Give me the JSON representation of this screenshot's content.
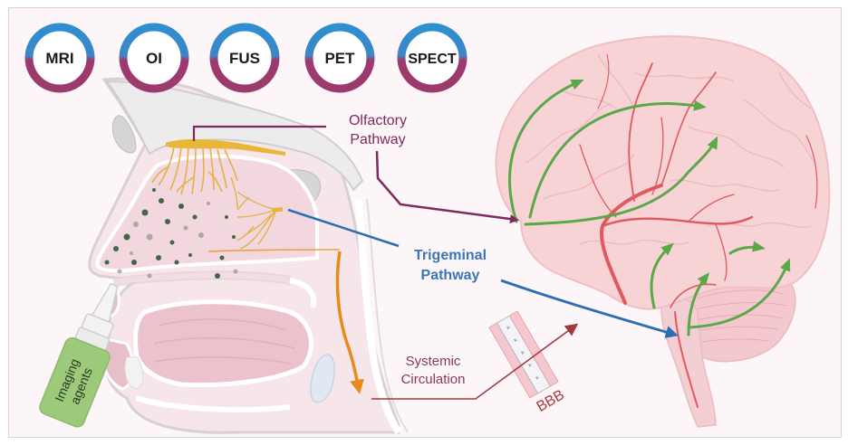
{
  "figure": {
    "title": "Intranasal delivery of imaging agents to the brain",
    "modalities": [
      {
        "label": "MRI"
      },
      {
        "label": "OI"
      },
      {
        "label": "FUS"
      },
      {
        "label": "PET"
      },
      {
        "label": "SPECT"
      }
    ],
    "pathways": {
      "olfactory": {
        "line1": "Olfactory",
        "line2": "Pathway"
      },
      "trigeminal": {
        "line1": "Trigeminal",
        "line2": "Pathway"
      },
      "systemic": {
        "line1": "Systemic",
        "line2": "Circulation"
      }
    },
    "bbb_label": "BBB",
    "spray": {
      "line1": "Imaging",
      "line2": "agents"
    },
    "colors": {
      "ring_top": "#2f8fd0",
      "ring_bottom": "#9c3a6e",
      "olfactory": "#7d2a5c",
      "trigeminal": "#2b6fb3",
      "trigeminal_text": "#3a76b6",
      "systemic": "#a33a3f",
      "systemic_text": "#8b3a4e",
      "green_arrow": "#5aa847",
      "nerve": "#e8b73a",
      "orange_flow": "#e88a1a",
      "brain": "#f7d3d6",
      "vessel": "#e0595e",
      "spray_bottle": "#9dc97a",
      "background": "#fdf6f8"
    }
  }
}
